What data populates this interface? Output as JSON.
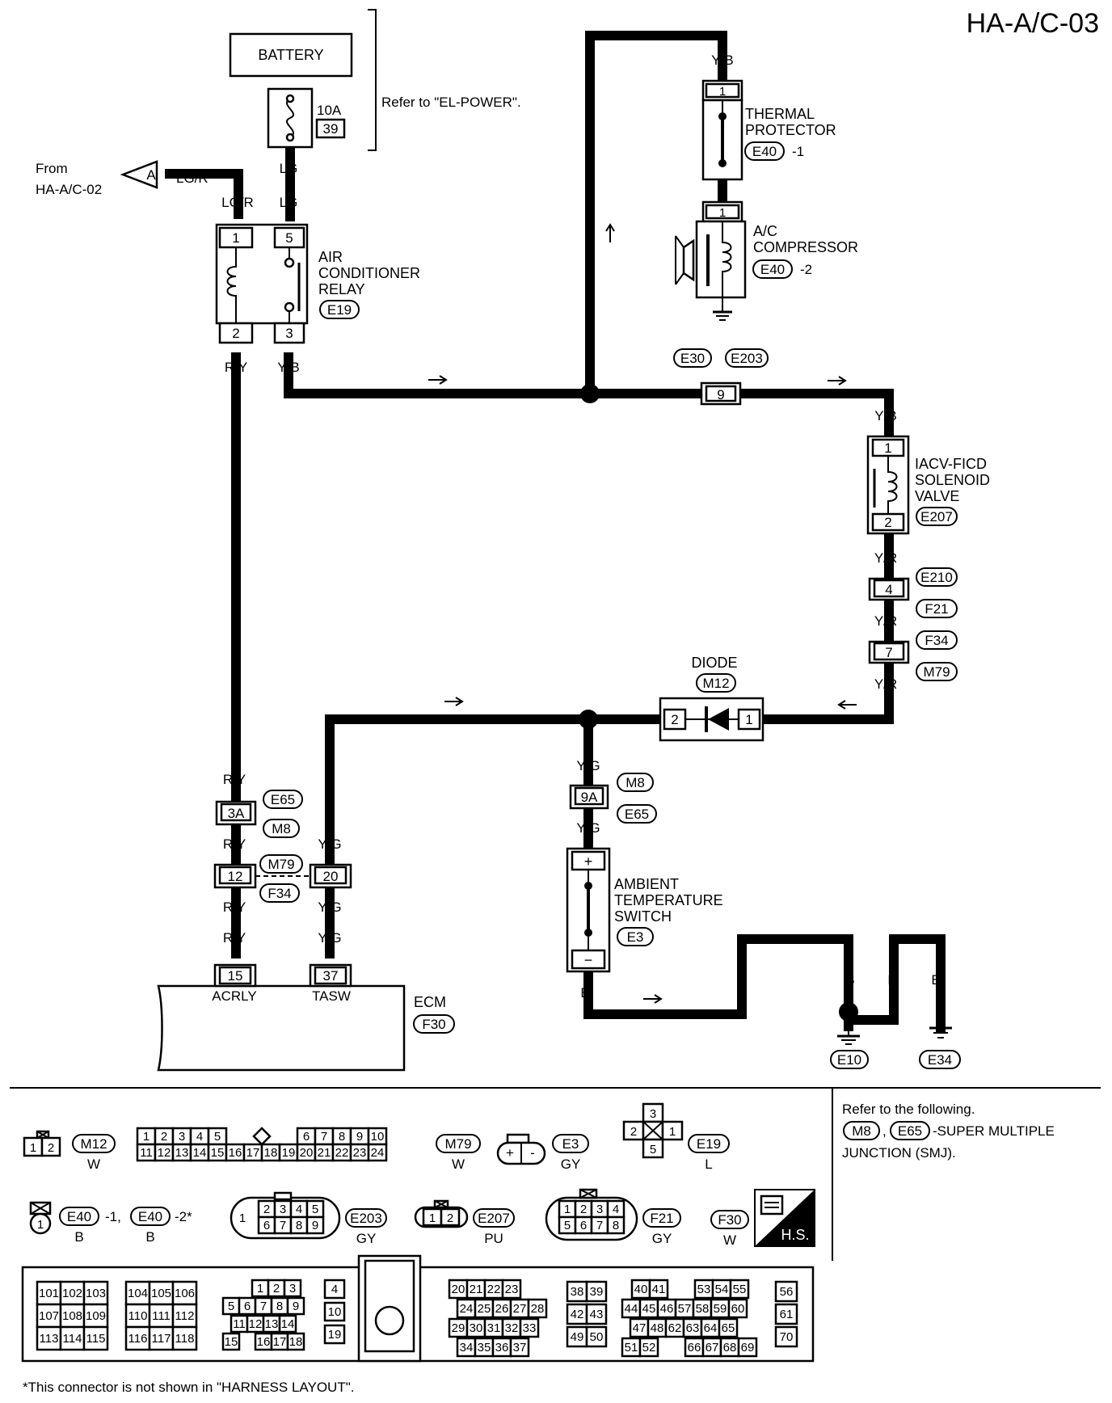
{
  "page_id": "HA-A/C-03",
  "refer_note": "Refer to \"EL-POWER\".",
  "from_label": "From",
  "from_page": "HA-A/C-02",
  "from_connector": "A",
  "battery": {
    "label": "BATTERY",
    "fuse_amp": "10A",
    "fuse_no": "39"
  },
  "wires": {
    "lg": "LG",
    "lgr": "LG/R",
    "ry": "R/Y",
    "yb": "Y/B",
    "yr": "Y/R",
    "yg": "Y/G",
    "b": "B"
  },
  "relay": {
    "name_lines": [
      "AIR",
      "CONDITIONER",
      "RELAY"
    ],
    "conn": "E19",
    "pins": [
      "1",
      "5",
      "2",
      "3"
    ]
  },
  "thermal": {
    "name_lines": [
      "THERMAL",
      "PROTECTOR"
    ],
    "conn": "E40",
    "suffix": "-1",
    "pin": "1"
  },
  "compressor": {
    "name_lines": [
      "A/C",
      "COMPRESSOR"
    ],
    "conn": "E40",
    "suffix": "-2",
    "pin": "1"
  },
  "joint": {
    "conn_a": "E30",
    "conn_b": "E203",
    "pin": "9"
  },
  "iacv": {
    "name_lines": [
      "IACV-FICD",
      "SOLENOID",
      "VALVE"
    ],
    "conn": "E207",
    "pins": [
      "1",
      "2"
    ]
  },
  "inline_right": {
    "pin_a": "4",
    "pin_b": "7",
    "conns": [
      "E210",
      "F21",
      "F34",
      "M79"
    ]
  },
  "diode": {
    "label": "DIODE",
    "conn": "M12",
    "pins": [
      "2",
      "1"
    ]
  },
  "smj_left": {
    "pin": "3A",
    "conns": [
      "E65",
      "M8"
    ]
  },
  "smj_mid": {
    "pin": "9A",
    "conns": [
      "M8",
      "E65"
    ]
  },
  "m79": {
    "pins": [
      "12",
      "20"
    ],
    "conns": [
      "M79",
      "F34"
    ]
  },
  "ambient": {
    "name_lines": [
      "AMBIENT",
      "TEMPERATURE",
      "SWITCH"
    ],
    "conn": "E3",
    "plus": "+",
    "minus": "−"
  },
  "ecm": {
    "label": "ECM",
    "conn": "F30",
    "pins": [
      "15",
      "37"
    ],
    "terminals": [
      "ACRLY",
      "TASW"
    ]
  },
  "grounds": [
    "E10",
    "E34"
  ],
  "refer_box": {
    "line1": "Refer to the following.",
    "conns": [
      "M8",
      "E65"
    ],
    "line2": "-SUPER MULTIPLE",
    "line3": "JUNCTION (SMJ)."
  },
  "legend": {
    "m12": {
      "conn": "M12",
      "color": "W",
      "pins": [
        "1",
        "2"
      ]
    },
    "m79": {
      "conn": "M79",
      "color": "W",
      "row1": [
        "1",
        "2",
        "3",
        "4",
        "5",
        "6",
        "7",
        "8",
        "9",
        "10"
      ],
      "row2": [
        "11",
        "12",
        "13",
        "14",
        "15",
        "16",
        "17",
        "18",
        "19",
        "20",
        "21",
        "22",
        "23",
        "24"
      ]
    },
    "e3": {
      "conn": "E3",
      "color": "GY"
    },
    "e19": {
      "conn": "E19",
      "color": "L",
      "pins": [
        "3",
        "2",
        "1",
        "5"
      ]
    },
    "e40": {
      "conn": "E40",
      "s1": "-1,",
      "s2": "-2*",
      "color": "B",
      "pin": "1"
    },
    "e203": {
      "conn": "E203",
      "color": "GY",
      "pins": [
        "1",
        "2",
        "3",
        "4",
        "5",
        "6",
        "7",
        "8",
        "9"
      ]
    },
    "e207": {
      "conn": "E207",
      "color": "PU",
      "pins": [
        "1",
        "2"
      ]
    },
    "f21": {
      "conn": "F21",
      "color": "GY",
      "pins": [
        "1",
        "2",
        "3",
        "4",
        "5",
        "6",
        "7",
        "8"
      ]
    },
    "f30": {
      "conn": "F30",
      "color": "W"
    },
    "hs": "H.S."
  },
  "ecm_blocks": {
    "b1": [
      [
        "101",
        "102",
        "103"
      ],
      [
        "107",
        "108",
        "109"
      ],
      [
        "113",
        "114",
        "115"
      ]
    ],
    "b2": [
      [
        "104",
        "105",
        "106"
      ],
      [
        "110",
        "111",
        "112"
      ],
      [
        "116",
        "117",
        "118"
      ]
    ],
    "b3": [
      [
        "1",
        "2",
        "3"
      ],
      [
        "5",
        "6",
        "7",
        "8",
        "9"
      ],
      [
        "11",
        "12",
        "13",
        "14"
      ],
      [
        "15",
        "16",
        "17",
        "18"
      ]
    ],
    "b4": [
      "4",
      "10",
      "19"
    ],
    "b5": [
      [
        "20",
        "21",
        "22",
        "23"
      ],
      [
        "24",
        "25",
        "26",
        "27",
        "28"
      ],
      [
        "29",
        "30",
        "31",
        "32",
        "33"
      ],
      [
        "34",
        "35",
        "36",
        "37"
      ]
    ],
    "b6": [
      [
        "38",
        "39"
      ],
      [
        "42",
        "43"
      ],
      [
        "49",
        "50"
      ]
    ],
    "b7": [
      [
        "40",
        "41",
        "53",
        "54",
        "55"
      ],
      [
        "44",
        "45",
        "46",
        "57",
        "58",
        "59",
        "60"
      ],
      [
        "47",
        "48",
        "62",
        "63",
        "64",
        "65"
      ],
      [
        "51",
        "52",
        "66",
        "67",
        "68",
        "69"
      ]
    ],
    "b8": [
      "56",
      "61",
      "70"
    ]
  },
  "footnote": "*This connector is not shown in \"HARNESS LAYOUT\"."
}
